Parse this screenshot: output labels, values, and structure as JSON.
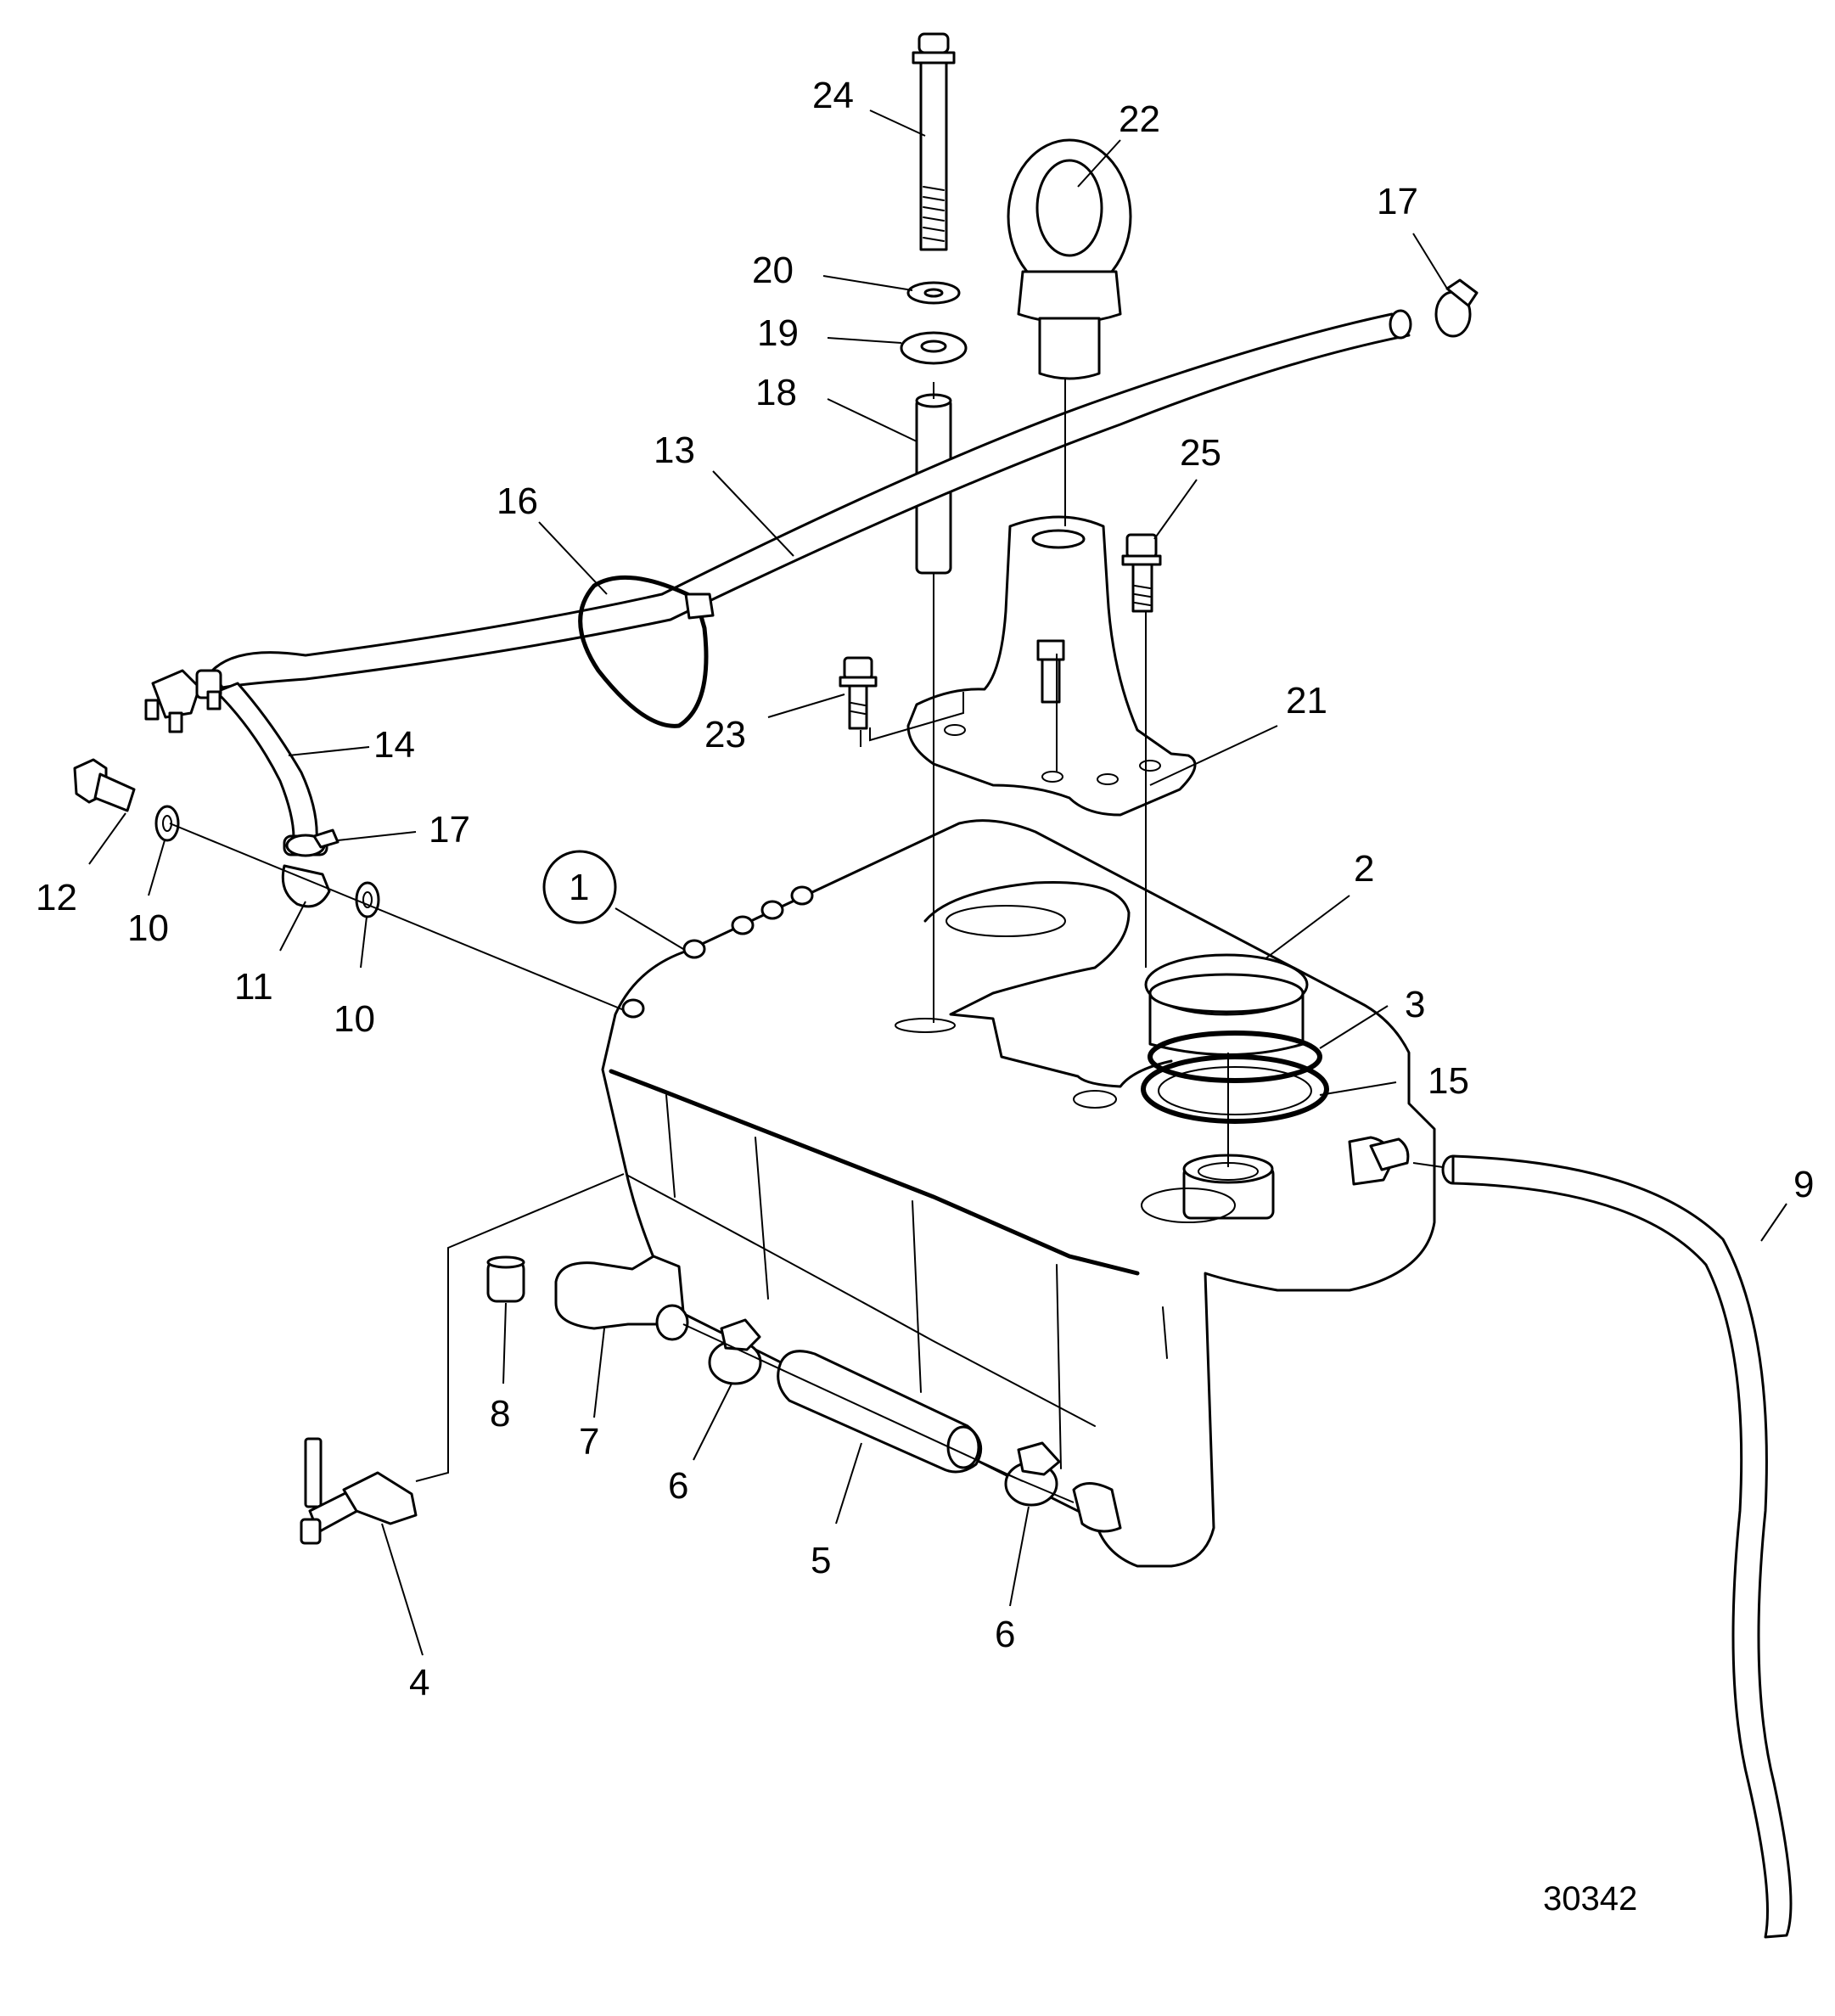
{
  "diagram": {
    "figure_number": "30342",
    "callouts": [
      {
        "id": "c24",
        "label": "24"
      },
      {
        "id": "c22",
        "label": "22"
      },
      {
        "id": "c17a",
        "label": "17"
      },
      {
        "id": "c20",
        "label": "20"
      },
      {
        "id": "c19",
        "label": "19"
      },
      {
        "id": "c18",
        "label": "18"
      },
      {
        "id": "c13",
        "label": "13"
      },
      {
        "id": "c25",
        "label": "25"
      },
      {
        "id": "c16",
        "label": "16"
      },
      {
        "id": "c23",
        "label": "23"
      },
      {
        "id": "c21",
        "label": "21"
      },
      {
        "id": "c14",
        "label": "14"
      },
      {
        "id": "c17b",
        "label": "17"
      },
      {
        "id": "c12",
        "label": "12"
      },
      {
        "id": "c10a",
        "label": "10"
      },
      {
        "id": "c11",
        "label": "11"
      },
      {
        "id": "c10b",
        "label": "10"
      },
      {
        "id": "c1",
        "label": "1"
      },
      {
        "id": "c2",
        "label": "2"
      },
      {
        "id": "c3",
        "label": "3"
      },
      {
        "id": "c15",
        "label": "15"
      },
      {
        "id": "c9",
        "label": "9"
      },
      {
        "id": "c8",
        "label": "8"
      },
      {
        "id": "c7",
        "label": "7"
      },
      {
        "id": "c6a",
        "label": "6"
      },
      {
        "id": "c5",
        "label": "5"
      },
      {
        "id": "c6b",
        "label": "6"
      },
      {
        "id": "c4",
        "label": "4"
      }
    ]
  }
}
